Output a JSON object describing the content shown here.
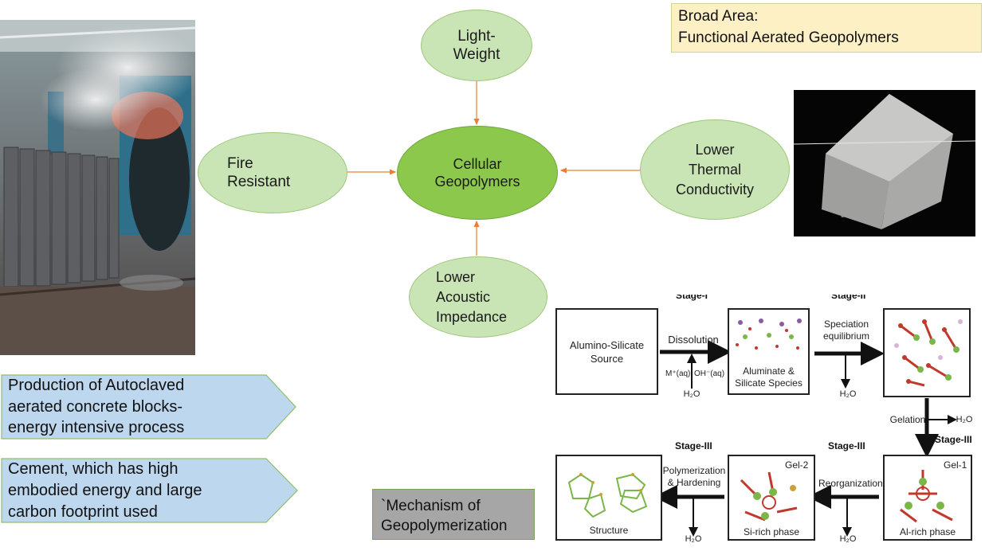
{
  "broad_area": {
    "line1": "Broad Area:",
    "line2": "Functional Aerated Geopolymers"
  },
  "center": {
    "line1": "Cellular",
    "line2": "Geopolymers"
  },
  "properties": {
    "top": {
      "line1": "Light-",
      "line2": "Weight"
    },
    "left": {
      "line1": "Fire",
      "line2": "Resistant"
    },
    "right": {
      "line1": "Lower",
      "line2": "Thermal",
      "line3": "Conductivity"
    },
    "bottom": {
      "line1": "Lower",
      "line2": "Acoustic",
      "line3": "Impedance"
    }
  },
  "problems": [
    {
      "line1": "Production of Autoclaved",
      "line2": "aerated concrete blocks-",
      "line3": "energy intensive process"
    },
    {
      "line1": "Cement, which has high",
      "line2": "embodied energy and large",
      "line3": "carbon footprint used"
    }
  ],
  "mechanism_label": {
    "line1": "`Mechanism of",
    "line2": "Geopolymerization"
  },
  "mechanism": {
    "source": {
      "line1": "Alumino-Silicate",
      "line2": "Source"
    },
    "dissolution": "Dissolution",
    "m_ion": "M⁺(aq)",
    "oh_ion": "OH⁻(aq)",
    "h2o": "H₂O",
    "species": {
      "line1": "Aluminate &",
      "line2": "Silicate Species"
    },
    "speciation": {
      "line1": "Speciation",
      "line2": "equilibrium"
    },
    "gelation": "Gelation",
    "stage3": "Stage-III",
    "gel1": "Gel-1",
    "al_rich": "Al-rich phase",
    "reorganization": "Reorganization",
    "gel2": "Gel-2",
    "si_rich": "Si-rich phase",
    "polymerization": {
      "line1": "Polymerization",
      "line2": "& Hardening"
    },
    "structure": "Structure"
  },
  "colors": {
    "ellipse_fill": "#c9e4b5",
    "center_fill": "#8cc84b",
    "arrow": "#ed7d31",
    "broad_fill": "#fdf0c4",
    "pentagon_fill": "#bdd7ee",
    "mech_label_fill": "#a6a6a6"
  }
}
